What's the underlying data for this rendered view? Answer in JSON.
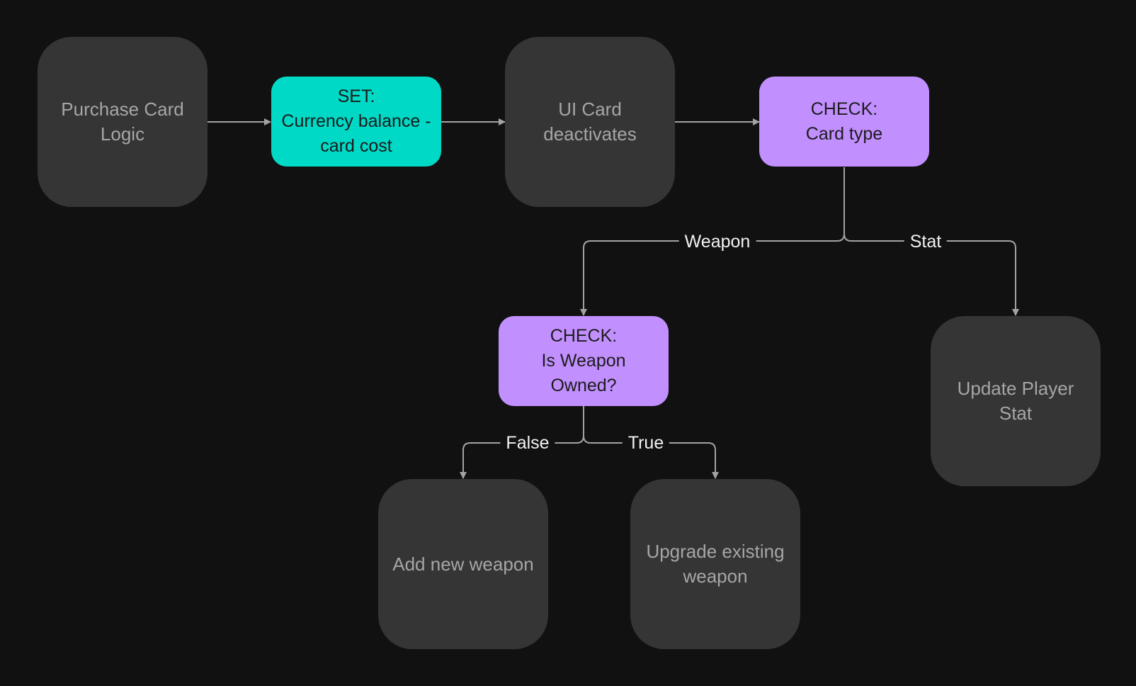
{
  "colors": {
    "background": "#111111",
    "grey_node": "#353535",
    "set_node": "#00d9c6",
    "check_node": "#c28fff",
    "connector": "#a3a3a3"
  },
  "nodes": {
    "purchase_card_logic": "Purchase Card\nLogic",
    "set_currency": "SET:\nCurrency balance -\ncard cost",
    "ui_card_deactivates": "UI Card\ndeactivates",
    "check_card_type": "CHECK:\nCard type",
    "check_weapon_owned": "CHECK:\nIs Weapon\nOwned?",
    "update_player_stat": "Update Player\nStat",
    "add_new_weapon": "Add new weapon",
    "upgrade_existing_weapon": "Upgrade existing\nweapon"
  },
  "edge_labels": {
    "weapon": "Weapon",
    "stat": "Stat",
    "false": "False",
    "true": "True"
  }
}
